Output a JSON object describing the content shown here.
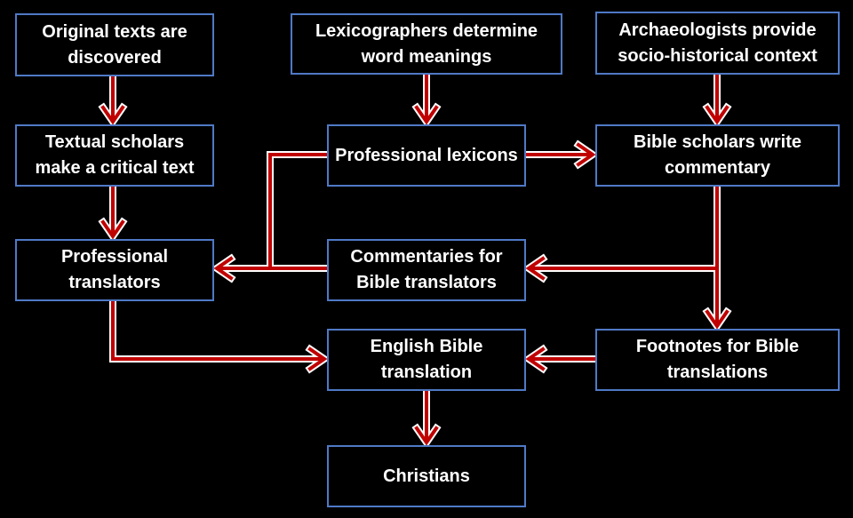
{
  "colors": {
    "background": "#000000",
    "box_border": "#4f79c6",
    "arrow_fill": "#c00000",
    "arrow_outline": "#ffffff",
    "text": "#ffffff"
  },
  "nodes": {
    "original_texts": "Original texts are discovered",
    "lexicographers": "Lexicographers determine word meanings",
    "archaeologists": "Archaeologists provide socio-historical context",
    "textual_scholars": "Textual scholars make a critical text",
    "professional_lexicons": "Professional lexicons",
    "bible_scholars": "Bible scholars write commentary",
    "professional_translators": "Professional translators",
    "commentaries": "Commentaries for Bible translators",
    "english_bible": "English Bible translation",
    "footnotes": "Footnotes for Bible translations",
    "christians": "Christians"
  },
  "edges": [
    {
      "from": "original_texts",
      "to": "textual_scholars"
    },
    {
      "from": "lexicographers",
      "to": "professional_lexicons"
    },
    {
      "from": "archaeologists",
      "to": "bible_scholars"
    },
    {
      "from": "textual_scholars",
      "to": "professional_translators"
    },
    {
      "from": "professional_lexicons",
      "to": "bible_scholars"
    },
    {
      "from": "professional_lexicons",
      "to": "professional_translators"
    },
    {
      "from": "commentaries",
      "to": "professional_translators"
    },
    {
      "from": "bible_scholars",
      "to": "commentaries"
    },
    {
      "from": "bible_scholars",
      "to": "footnotes"
    },
    {
      "from": "professional_translators",
      "to": "english_bible"
    },
    {
      "from": "footnotes",
      "to": "english_bible"
    },
    {
      "from": "english_bible",
      "to": "christians"
    }
  ]
}
